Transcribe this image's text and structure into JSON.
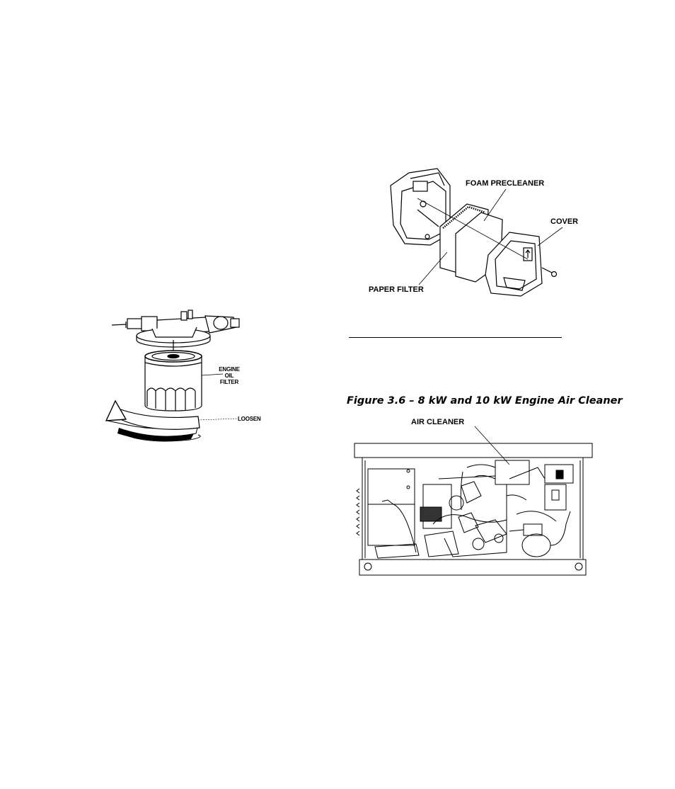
{
  "oil_filter_figure": {
    "labels": {
      "engine_oil_filter": [
        "ENGINE",
        "OIL",
        "FILTER"
      ],
      "loosen": "LOOSEN"
    }
  },
  "air_cleaner_parts_figure": {
    "labels": {
      "foam_precleaner": "FOAM PRECLEANER",
      "cover": "COVER",
      "paper_filter": "PAPER FILTER"
    }
  },
  "figure_caption": "Figure 3.6 – 8 kW and 10 kW Engine Air Cleaner",
  "engine_compartment_figure": {
    "labels": {
      "air_cleaner": "AIR CLEANER"
    }
  }
}
